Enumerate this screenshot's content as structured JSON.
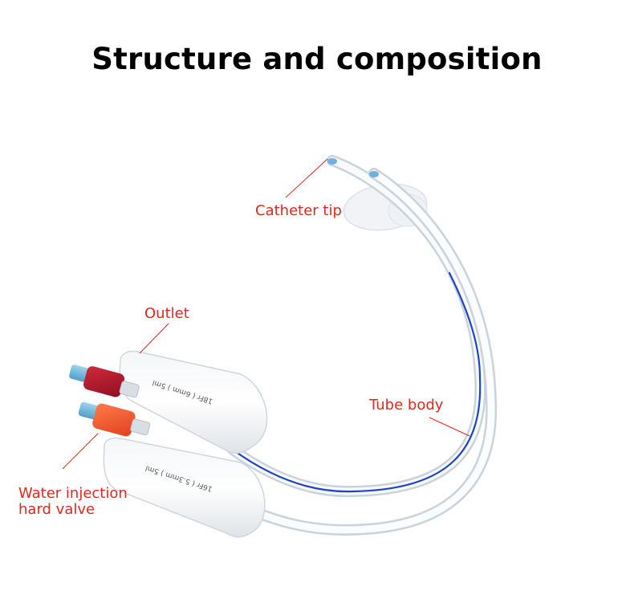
{
  "title": "Structure and composition",
  "labels": {
    "catheter_tip": "Catheter tip",
    "outlet": "Outlet",
    "tube_body": "Tube body",
    "water_injection_line1": "Water injection",
    "water_injection_line2": "hard valve"
  },
  "printed_text": {
    "upper_funnel": "18Fr ( 6mm ) 5ml",
    "lower_funnel": "16Fr ( 5.3mm ) 5ml"
  },
  "colors": {
    "label_red": "#e0281e",
    "stripe_blue": "#1f44c8",
    "valve_red": "#b5172e",
    "valve_orange": "#f25a2e",
    "tip_blue": "#6fb0e0"
  }
}
